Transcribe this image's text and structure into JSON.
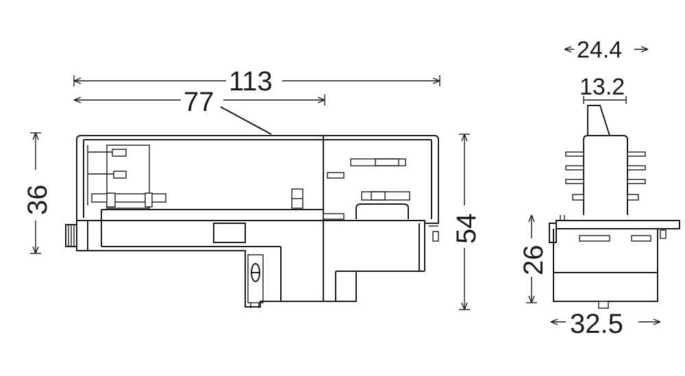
{
  "dimensions": {
    "overall_length": "113",
    "length_inner": "77",
    "height_left": "36",
    "height_total": "54",
    "side_width_top": "24.4",
    "side_width_pin": "13.2",
    "side_height": "26",
    "side_width_bottom": "32.5"
  }
}
